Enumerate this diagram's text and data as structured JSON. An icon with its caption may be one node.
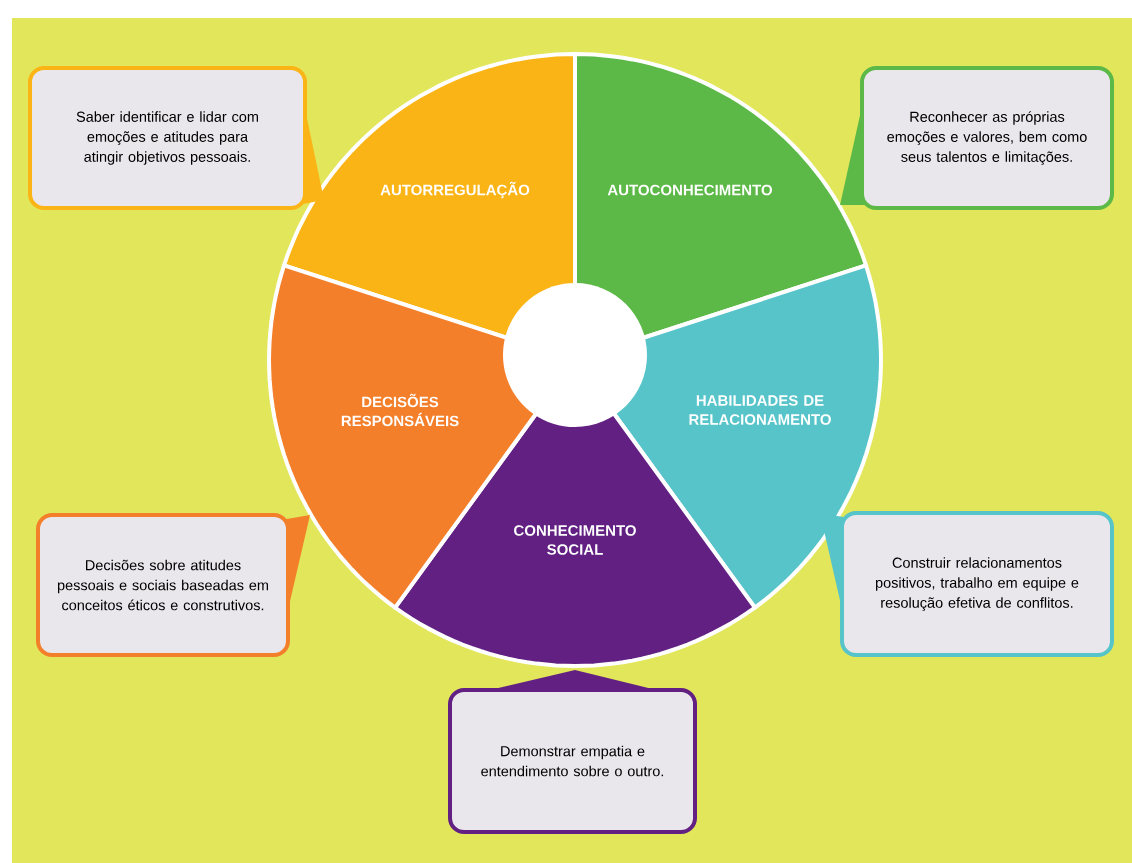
{
  "diagram": {
    "nodes": [
      {
        "text": [
          "AUTORREGULAÇÃO"
        ]
      },
      {
        "text": [
          "AUTOCONHECIMENTO"
        ]
      },
      {
        "text": [
          "HABILIDADES DE RELACIONAMENTO"
        ]
      },
      {
        "text": [
          "CONHECIMENTO SOCIAL"
        ]
      },
      {
        "text": [
          "DECISÕES RESPONSÁVEIS"
        ]
      },
      {
        "text": [],
        "shape": "circle"
      },
      {
        "text": [
          "Saber identificar e lidar com emoções e atitudes para atingir objetivos pessoais."
        ]
      },
      {
        "text": [
          "Reconhecer as próprias emoções e valores, bem como seus talentos e limitações."
        ]
      },
      {
        "text": [
          "Decisões sobre atitudes pessoais e sociais baseadas em conceitos éticos e construtivos."
        ]
      },
      {
        "text": [
          "Construir relacionamentos positivos, trabalho em equipe e resolução efetiva de conflitos."
        ]
      },
      {
        "text": [
          "Demonstrar empatia e entendimento sobre o outro."
        ]
      }
    ]
  }
}
